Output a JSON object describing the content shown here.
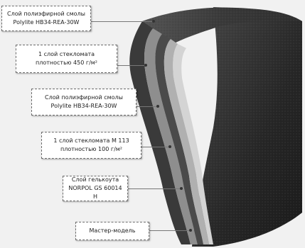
{
  "labels": [
    {
      "line1": "Слой полиэфирной смолы",
      "line2": "Polylite HB34-REA-30W"
    },
    {
      "line1": "1 слой стекломата",
      "line2": "плотностью 450 г/м²"
    },
    {
      "line1": "Слой полиэфирной смолы",
      "line2": "Polylite HB34-REA-30W"
    },
    {
      "line1": "1 слой стекломата М 113",
      "line2": "плотностью 100 г/м²"
    },
    {
      "line1": "Слой гелькоута",
      "line2": "NORPOL GS 60014 H"
    },
    {
      "line1": "Мастер-модель",
      "line2": ""
    }
  ],
  "colors": {
    "paper": "#f1f1f1",
    "box_fill": "#ffffff",
    "box_border": "#6f6f6f",
    "laminate_outer": "#3d3d3d",
    "laminate_mid": "#6a6a6a",
    "laminate_light": "#9c9c9c",
    "master_model": "#2a2a2a"
  }
}
